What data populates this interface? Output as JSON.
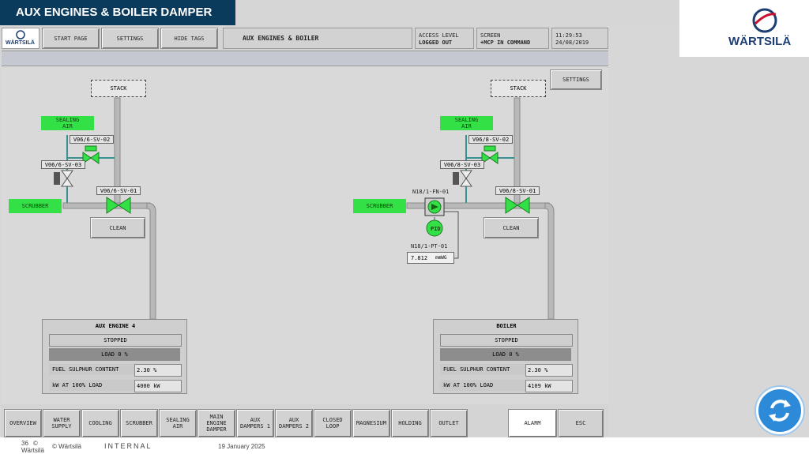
{
  "slide": {
    "title": "AUX ENGINES & BOILER DAMPER"
  },
  "brand": {
    "name": "WÄRTSILÄ",
    "small_name": "WÄRTSILÄ"
  },
  "header": {
    "start_page": "START PAGE",
    "settings": "SETTINGS",
    "hide_tags": "HIDE TAGS",
    "screen_title": "AUX ENGINES & BOILER",
    "access_label": "ACCESS LEVEL",
    "access_value": "LOGGED OUT",
    "screen_label": "SCREEN",
    "screen_value": "+MCP IN COMMAND",
    "time": "11:29:53",
    "date": "24/08/2019"
  },
  "settings_right": "SETTINGS",
  "left": {
    "stack": "STACK",
    "sealing_air": "SEALING AIR",
    "valve_sv02": "V06/6-SV-02",
    "valve_sv03": "V06/6-SV-03",
    "valve_sv01": "V06/6-SV-01",
    "scrubber": "SCRUBBER",
    "clean": "CLEAN",
    "unit": {
      "title": "AUX ENGINE 4",
      "status": "STOPPED",
      "load": "LOAD  0 %",
      "fuel_label": "FUEL SULPHUR CONTENT",
      "fuel_value": "2.30 %",
      "kw_label": "kW AT 100% LOAD",
      "kw_value": "4000 kW"
    }
  },
  "right": {
    "stack": "STACK",
    "sealing_air": "SEALING AIR",
    "valve_sv02": "V06/8-SV-02",
    "valve_sv03": "V06/8-SV-03",
    "valve_sv01": "V06/8-SV-01",
    "fan": "N18/1-FN-01",
    "pid": "PID",
    "pt": "N18/1-PT-01",
    "pt_value": "7.812",
    "pt_unit": "mmWG",
    "scrubber": "SCRUBBER",
    "clean": "CLEAN",
    "unit": {
      "title": "BOILER",
      "status": "STOPPED",
      "load": "LOAD  0 %",
      "fuel_label": "FUEL SULPHUR CONTENT",
      "fuel_value": "2.30 %",
      "kw_label": "kW AT 100% LOAD",
      "kw_value": "4109 kW"
    }
  },
  "nav": [
    "OVERVIEW",
    "WATER SUPPLY",
    "COOLING",
    "SCRUBBER",
    "SEALING AIR",
    "MAIN ENGINE DAMPER",
    "AUX DAMPERS 1",
    "AUX DAMPERS 2",
    "CLOSED LOOP",
    "MAGNESIUM",
    "HOLDING",
    "OUTLET"
  ],
  "nav_right": {
    "alarm": "ALARM",
    "esc": "ESC"
  },
  "footer": {
    "page": "36",
    "copy_symbol": "©",
    "company": "Wärtsilä",
    "copyright": "© Wärtsilä",
    "classification": "INTERNAL",
    "date": "19 January 2025"
  },
  "colors": {
    "accent": "#33e045",
    "title_bg": "#0a3a5c",
    "refresh_button": "#2d8ad8"
  }
}
